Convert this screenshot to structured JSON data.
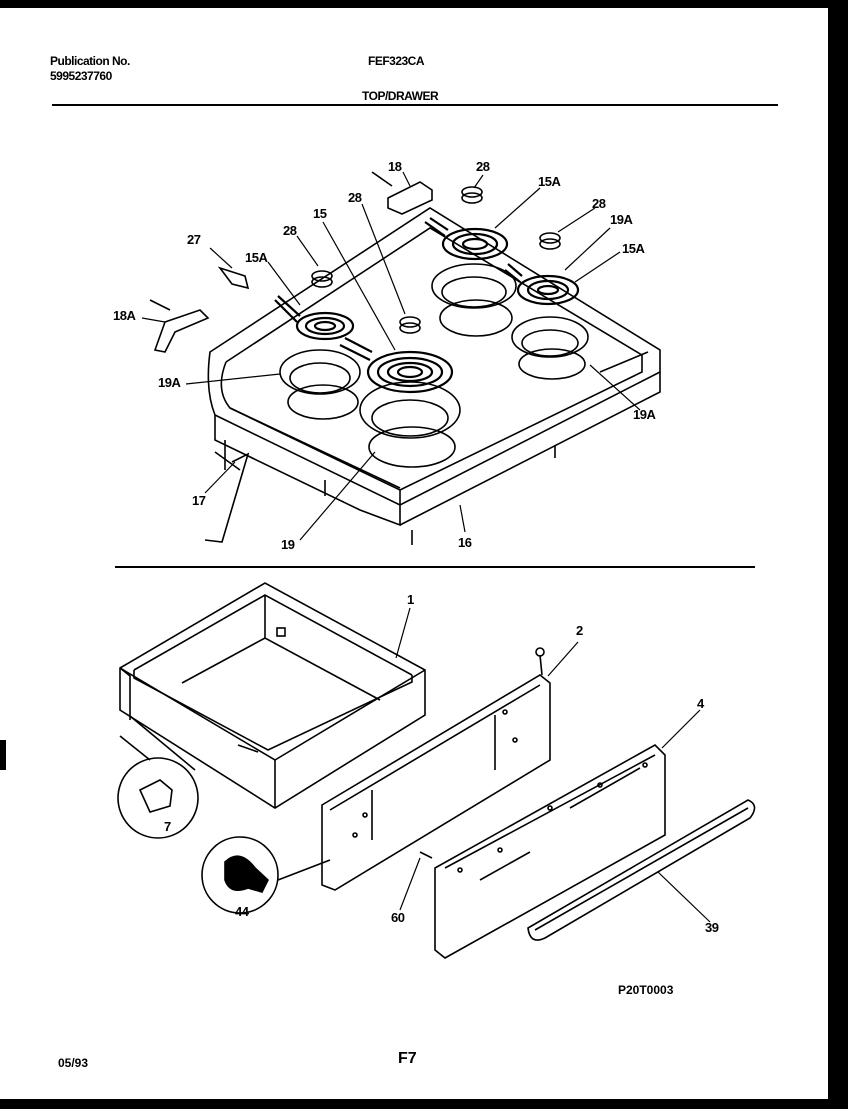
{
  "header": {
    "publication_label": "Publication No.",
    "publication_number": "5995237760",
    "model": "FEF323CA",
    "section_title": "TOP/DRAWER"
  },
  "callouts": {
    "c18": "18",
    "c28a": "28",
    "c15Aa": "15A",
    "c28b": "28",
    "c19Aa": "19A",
    "c15Ab": "15A",
    "c27": "27",
    "c15Ac": "15A",
    "c28c": "28",
    "c15": "15",
    "c28d": "28",
    "c18A": "18A",
    "c19Ab": "19A",
    "c19Ac": "19A",
    "c17": "17",
    "c19": "19",
    "c16": "16",
    "c1": "1",
    "c2": "2",
    "c4": "4",
    "c7": "7",
    "c44": "44",
    "c60": "60",
    "c39": "39"
  },
  "drawing_code": "P20T0003",
  "footer": {
    "date": "05/93",
    "page": "F7"
  }
}
